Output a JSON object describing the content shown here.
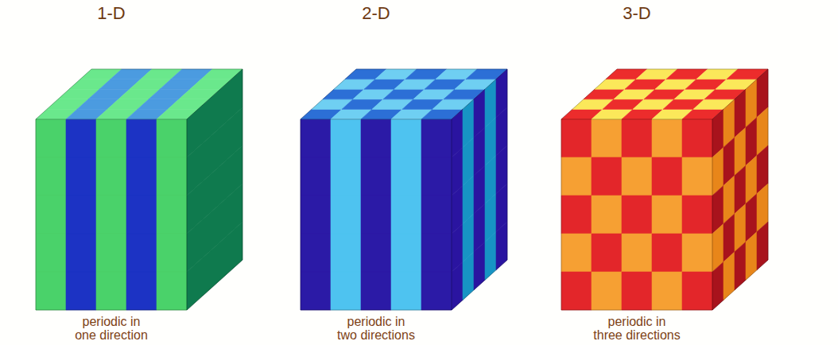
{
  "diagram": {
    "labels": [
      "1-D",
      "periodic in one direction",
      "2-D",
      "periodic in two directions",
      "3-D",
      "periodic in three directions"
    ]
  }
}
